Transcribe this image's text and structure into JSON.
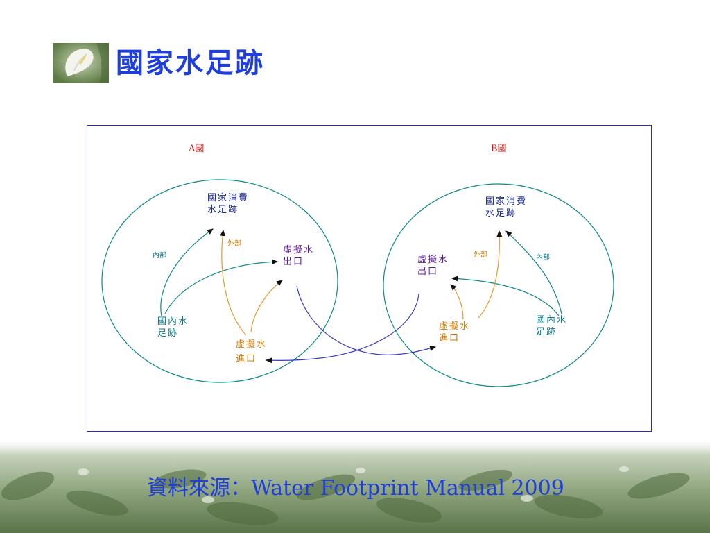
{
  "slide": {
    "title": "國家水足跡",
    "source_label": "資料來源：",
    "source_text": "Water Footprint Manual 2009"
  },
  "diagram": {
    "country_a": {
      "name": "A國",
      "consumption_fp": "國家消費\n水足跡",
      "domestic_fp": "國內水\n足跡",
      "virtual_export": "虛擬水\n出口",
      "virtual_import": "虛擬水\n進口",
      "internal": "內部",
      "external": "外部"
    },
    "country_b": {
      "name": "B國",
      "consumption_fp": "國家消費\n水足跡",
      "domestic_fp": "國內水\n足跡",
      "virtual_export": "虛擬水\n出口",
      "virtual_import": "虛擬水\n進口",
      "internal": "內部",
      "external": "外部"
    }
  },
  "colors": {
    "title": "#1f3fdd",
    "frame": "#2a2aa8",
    "circle": "#0f8a8a",
    "internal_arrow": "#128a86",
    "external_arrow": "#e59a2e",
    "trade_arrow": "#3a3ac8",
    "country_label": "#c41a1a"
  }
}
